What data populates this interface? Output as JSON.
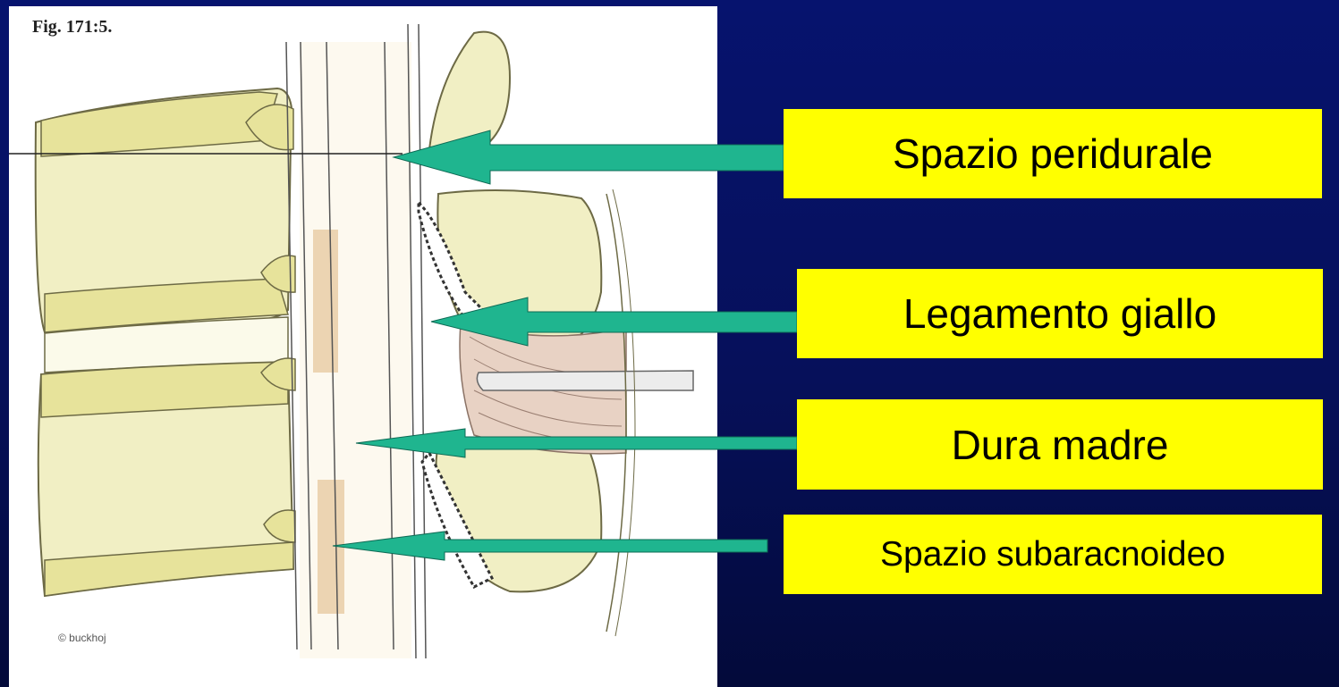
{
  "figure": {
    "label": "Fig. 171:5.",
    "credit": "© buckhoj"
  },
  "labels": [
    {
      "text": "Spazio peridurale"
    },
    {
      "text": "Legamento giallo"
    },
    {
      "text": "Dura madre"
    },
    {
      "text": "Spazio subaracnoideo"
    }
  ],
  "colors": {
    "background": "#06136e",
    "label_box": "#ffff00",
    "arrow": "#1fb58f",
    "bone": "#f1efc4"
  }
}
